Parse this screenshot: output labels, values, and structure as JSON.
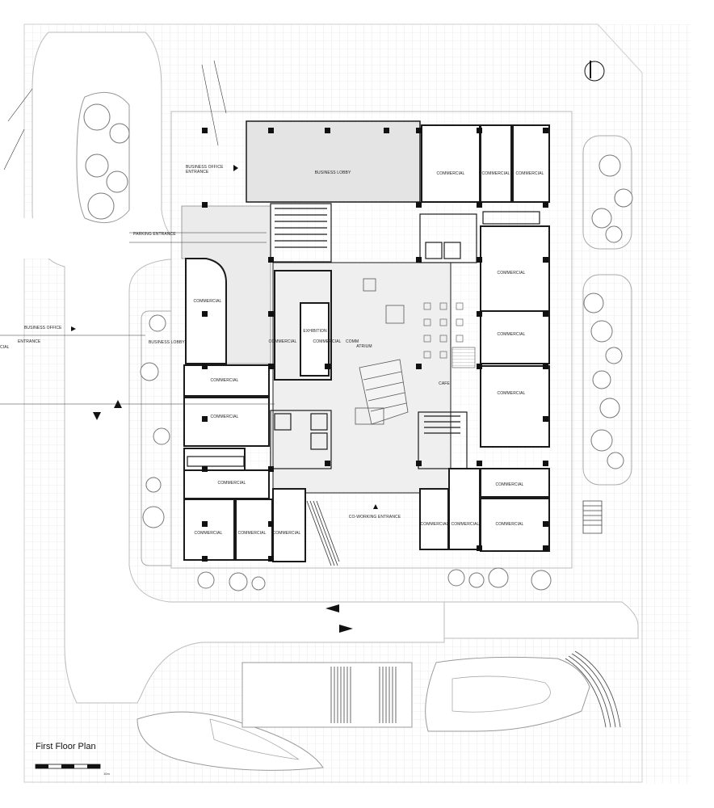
{
  "drawing": {
    "title": "First Floor Plan",
    "scale_unit": "10m"
  },
  "labels": {
    "business_office_entrance_top": "BUSINESS OFFICE ENTRANCE",
    "business_office_entrance_left": "BUSINESS OFFICE",
    "entrance_left": "ENTRANCE",
    "cial_cut": "CIAL",
    "parking_entrance": "PARKING ENTRANCE",
    "business_lobby_top": "BUSINESS LOBBY",
    "business_lobby_left": "BUSINESS LOBBY",
    "exhibition": "EXHIBITION",
    "atrium": "ATRIUM",
    "cafe": "CAFE",
    "co_working_entrance": "CO-WORKING ENTRANCE",
    "commercial": "COMMERCIAL",
    "comm_cut": "COMM"
  },
  "colors": {
    "wall": "#1a1a1a",
    "grid": "#d9d9d9",
    "lobby_fill": "#e6e6e6",
    "tree_stroke": "#777777"
  }
}
